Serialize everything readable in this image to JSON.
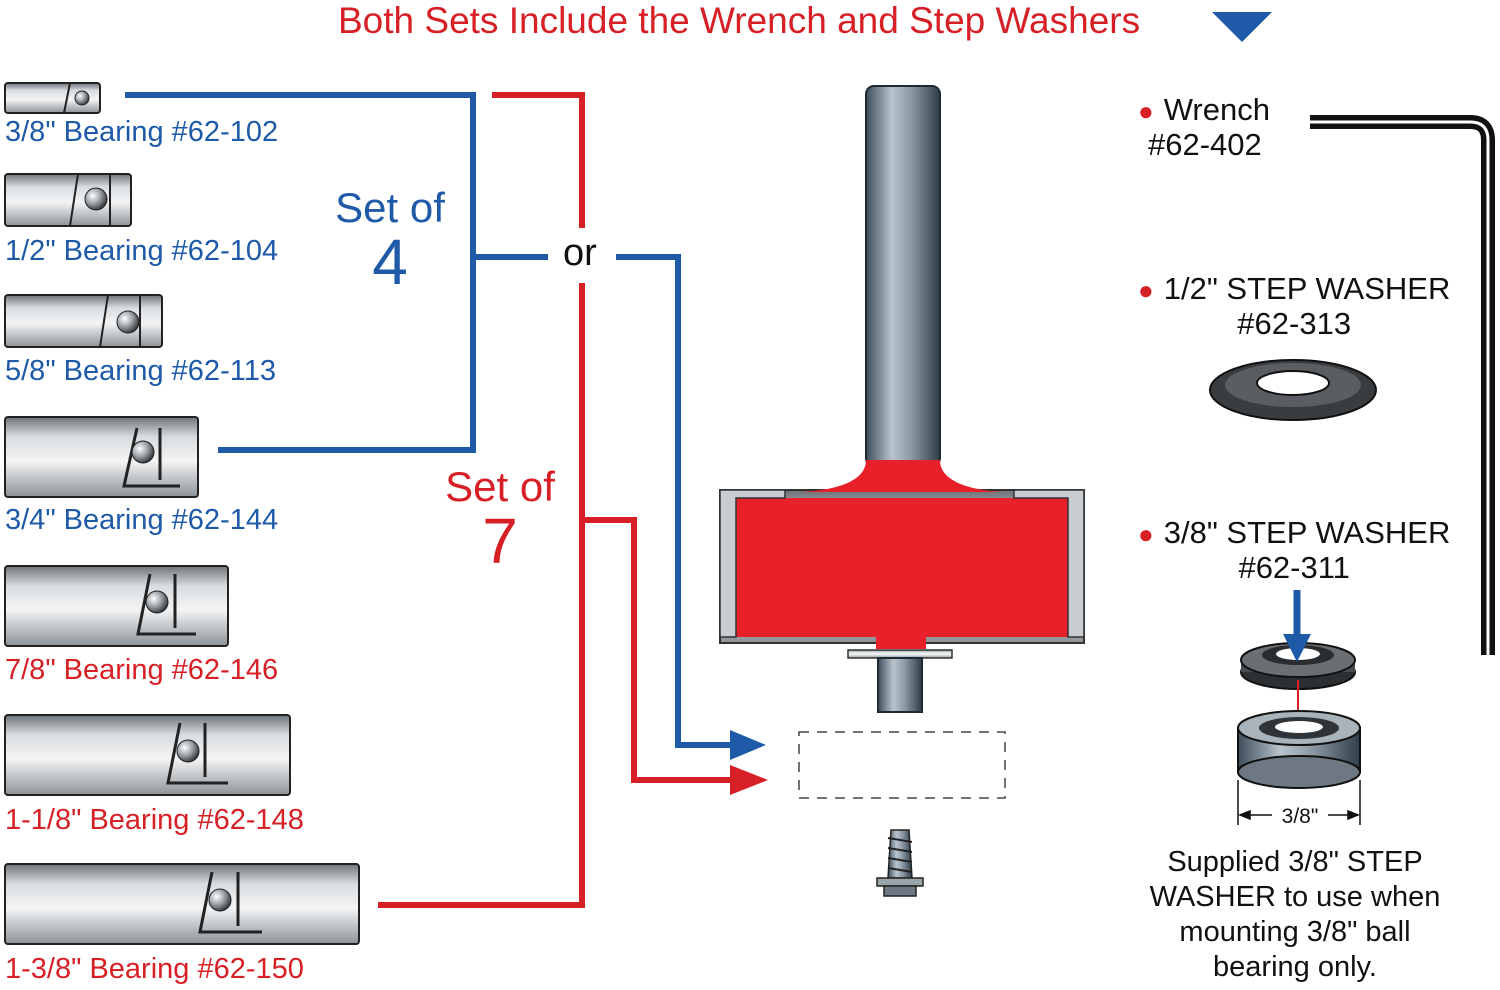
{
  "header": {
    "title": "Both Sets Include the Wrench and Step Washers"
  },
  "bearings": [
    {
      "label": "3/8\" Bearing #62-102",
      "set": "4"
    },
    {
      "label": "1/2\" Bearing #62-104",
      "set": "4"
    },
    {
      "label": "5/8\" Bearing #62-113",
      "set": "4"
    },
    {
      "label": "3/4\" Bearing #62-144",
      "set": "4"
    },
    {
      "label": "7/8\" Bearing #62-146",
      "set": "7"
    },
    {
      "label": "1-1/8\" Bearing #62-148",
      "set": "7"
    },
    {
      "label": "1-3/8\" Bearing #62-150",
      "set": "7"
    }
  ],
  "sets": {
    "four": {
      "line1": "Set of",
      "line2": "4",
      "color": "#1e5aa8"
    },
    "seven": {
      "line1": "Set of",
      "line2": "7",
      "color": "#d71f26"
    },
    "or_label": "or"
  },
  "accessories": {
    "wrench": {
      "line1": "Wrench",
      "line2": "#62-402"
    },
    "washer_half": {
      "line1": "1/2\" STEP WASHER",
      "line2": "#62-313"
    },
    "washer_three_eighths": {
      "line1": "3/8\" STEP WASHER",
      "line2": "#62-311"
    },
    "dimension": "3/8\"",
    "note": "Supplied 3/8\" STEP WASHER to use when mounting 3/8\" ball bearing only."
  },
  "colors": {
    "blue": "#1e5aa8",
    "red": "#d71f26",
    "steel": "#8a97a3",
    "router_red": "#e8202a"
  }
}
